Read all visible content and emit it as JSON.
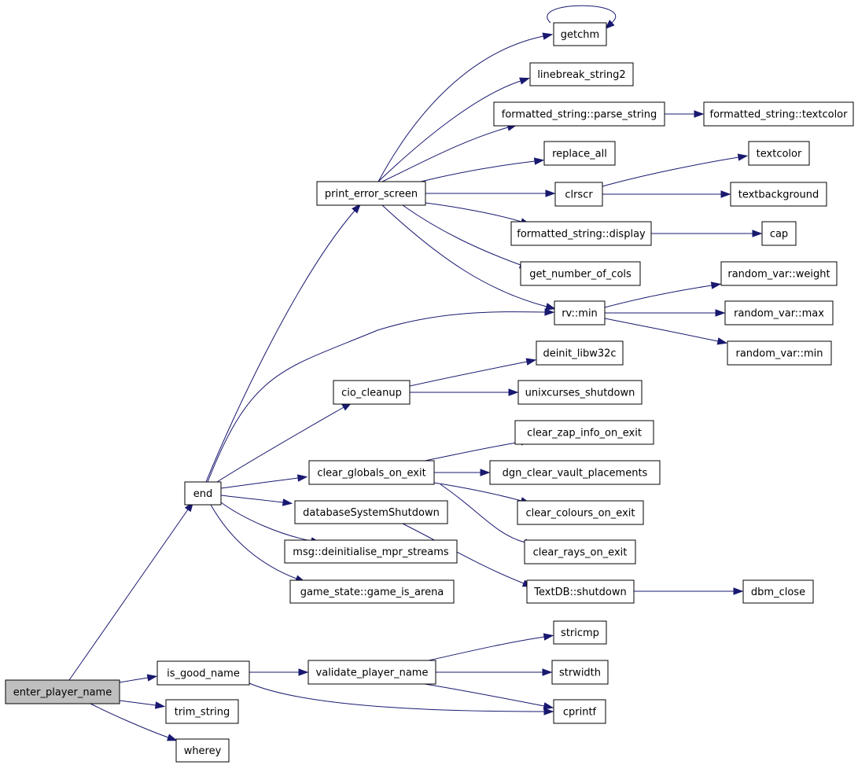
{
  "colors": {
    "edge": "#191970",
    "node_border": "#000000",
    "node_fill": "#ffffff",
    "root_fill": "#bfbfbf",
    "background": "#ffffff"
  },
  "nodes": [
    {
      "id": "enter_player_name",
      "label": "enter_player_name",
      "root": true
    },
    {
      "id": "end",
      "label": "end"
    },
    {
      "id": "is_good_name",
      "label": "is_good_name"
    },
    {
      "id": "trim_string",
      "label": "trim_string"
    },
    {
      "id": "wherey",
      "label": "wherey"
    },
    {
      "id": "print_error_screen",
      "label": "print_error_screen"
    },
    {
      "id": "cio_cleanup",
      "label": "cio_cleanup"
    },
    {
      "id": "clear_globals_on_exit",
      "label": "clear_globals_on_exit"
    },
    {
      "id": "databaseSystemShutdown",
      "label": "databaseSystemShutdown"
    },
    {
      "id": "msg_deinit",
      "label": "msg::deinitialise_mpr_streams"
    },
    {
      "id": "game_is_arena",
      "label": "game_state::game_is_arena"
    },
    {
      "id": "validate_player_name",
      "label": "validate_player_name"
    },
    {
      "id": "getchm",
      "label": "getchm"
    },
    {
      "id": "linebreak_string2",
      "label": "linebreak_string2"
    },
    {
      "id": "fs_parse_string",
      "label": "formatted_string::parse_string"
    },
    {
      "id": "replace_all",
      "label": "replace_all"
    },
    {
      "id": "clrscr",
      "label": "clrscr"
    },
    {
      "id": "fs_display",
      "label": "formatted_string::display"
    },
    {
      "id": "get_number_of_cols",
      "label": "get_number_of_cols"
    },
    {
      "id": "rv_min",
      "label": "rv::min"
    },
    {
      "id": "deinit_libw32c",
      "label": "deinit_libw32c"
    },
    {
      "id": "unixcurses_shutdown",
      "label": "unixcurses_shutdown"
    },
    {
      "id": "clear_zap_info_on_exit",
      "label": "clear_zap_info_on_exit"
    },
    {
      "id": "dgn_clear_vault_placements",
      "label": "dgn_clear_vault_placements"
    },
    {
      "id": "clear_colours_on_exit",
      "label": "clear_colours_on_exit"
    },
    {
      "id": "clear_rays_on_exit",
      "label": "clear_rays_on_exit"
    },
    {
      "id": "textdb_shutdown",
      "label": "TextDB::shutdown"
    },
    {
      "id": "stricmp",
      "label": "stricmp"
    },
    {
      "id": "strwidth",
      "label": "strwidth"
    },
    {
      "id": "cprintf",
      "label": "cprintf"
    },
    {
      "id": "fs_textcolor",
      "label": "formatted_string::textcolor"
    },
    {
      "id": "textcolor",
      "label": "textcolor"
    },
    {
      "id": "textbackground",
      "label": "textbackground"
    },
    {
      "id": "cap",
      "label": "cap"
    },
    {
      "id": "rvar_weight",
      "label": "random_var::weight"
    },
    {
      "id": "rvar_max",
      "label": "random_var::max"
    },
    {
      "id": "rvar_min",
      "label": "random_var::min"
    },
    {
      "id": "dbm_close",
      "label": "dbm_close"
    }
  ],
  "edges": [
    {
      "from": "enter_player_name",
      "to": "end"
    },
    {
      "from": "enter_player_name",
      "to": "is_good_name"
    },
    {
      "from": "enter_player_name",
      "to": "trim_string"
    },
    {
      "from": "enter_player_name",
      "to": "wherey"
    },
    {
      "from": "end",
      "to": "print_error_screen"
    },
    {
      "from": "end",
      "to": "cio_cleanup"
    },
    {
      "from": "end",
      "to": "clear_globals_on_exit"
    },
    {
      "from": "end",
      "to": "databaseSystemShutdown"
    },
    {
      "from": "end",
      "to": "msg_deinit"
    },
    {
      "from": "end",
      "to": "game_is_arena"
    },
    {
      "from": "end",
      "to": "rv_min"
    },
    {
      "from": "print_error_screen",
      "to": "getchm"
    },
    {
      "from": "print_error_screen",
      "to": "linebreak_string2"
    },
    {
      "from": "print_error_screen",
      "to": "fs_parse_string"
    },
    {
      "from": "print_error_screen",
      "to": "replace_all"
    },
    {
      "from": "print_error_screen",
      "to": "clrscr"
    },
    {
      "from": "print_error_screen",
      "to": "fs_display"
    },
    {
      "from": "print_error_screen",
      "to": "get_number_of_cols"
    },
    {
      "from": "print_error_screen",
      "to": "rv_min"
    },
    {
      "from": "getchm",
      "to": "getchm"
    },
    {
      "from": "fs_parse_string",
      "to": "fs_textcolor"
    },
    {
      "from": "clrscr",
      "to": "textcolor"
    },
    {
      "from": "clrscr",
      "to": "textbackground"
    },
    {
      "from": "fs_display",
      "to": "cap"
    },
    {
      "from": "rv_min",
      "to": "rvar_weight"
    },
    {
      "from": "rv_min",
      "to": "rvar_max"
    },
    {
      "from": "rv_min",
      "to": "rvar_min"
    },
    {
      "from": "cio_cleanup",
      "to": "deinit_libw32c"
    },
    {
      "from": "cio_cleanup",
      "to": "unixcurses_shutdown"
    },
    {
      "from": "clear_globals_on_exit",
      "to": "clear_zap_info_on_exit"
    },
    {
      "from": "clear_globals_on_exit",
      "to": "dgn_clear_vault_placements"
    },
    {
      "from": "clear_globals_on_exit",
      "to": "clear_colours_on_exit"
    },
    {
      "from": "clear_globals_on_exit",
      "to": "clear_rays_on_exit"
    },
    {
      "from": "databaseSystemShutdown",
      "to": "textdb_shutdown"
    },
    {
      "from": "textdb_shutdown",
      "to": "dbm_close"
    },
    {
      "from": "is_good_name",
      "to": "validate_player_name"
    },
    {
      "from": "is_good_name",
      "to": "cprintf"
    },
    {
      "from": "validate_player_name",
      "to": "stricmp"
    },
    {
      "from": "validate_player_name",
      "to": "strwidth"
    },
    {
      "from": "validate_player_name",
      "to": "cprintf"
    }
  ]
}
